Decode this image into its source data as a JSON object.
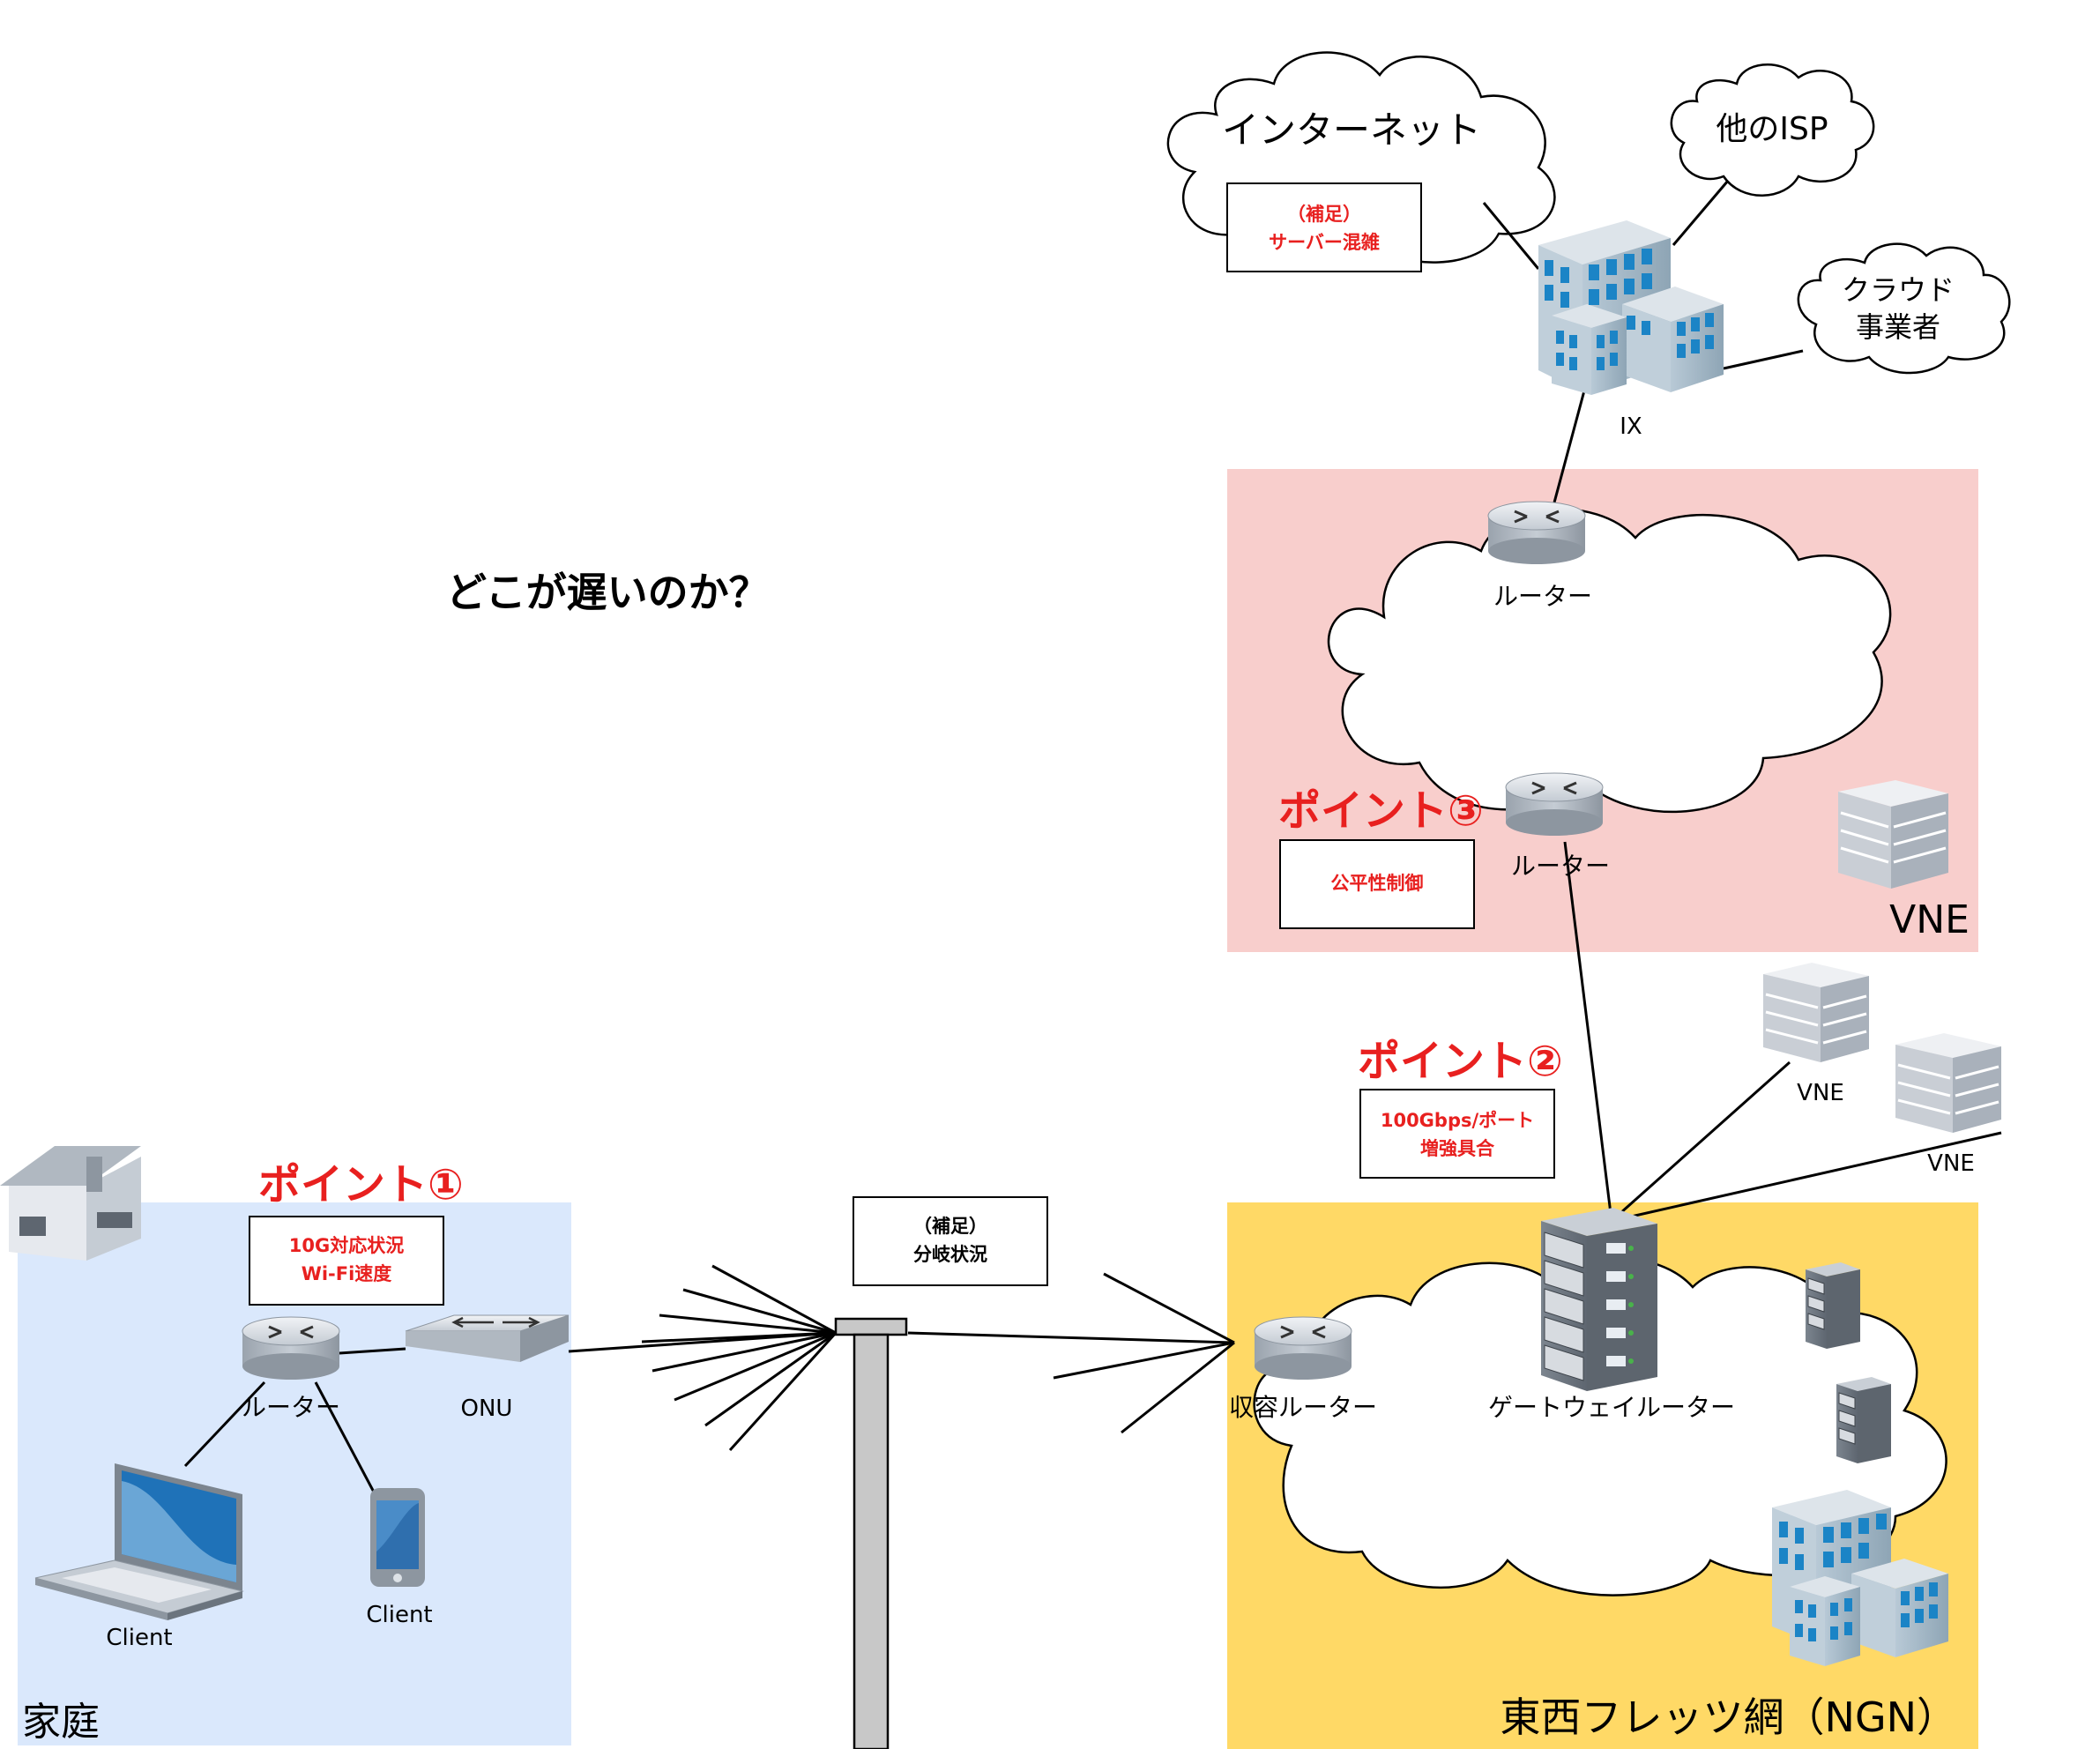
{
  "title": "どこが遅いのか？",
  "cloud_labels": {
    "internet": "インターネット",
    "other_isp": "他のISP",
    "cloud_provider_line1": "クラウド",
    "cloud_provider_line2": "事業者"
  },
  "notes": {
    "server_congestion_line1": "（補足）",
    "server_congestion_line2": "サーバー混雑",
    "branching_line1": "（補足）",
    "branching_line2": "分岐状況"
  },
  "points": {
    "point1": {
      "label": "ポイント①",
      "line1": "10G対応状況",
      "line2": "Wi-Fi速度"
    },
    "point2": {
      "label": "ポイント②",
      "line1": "100Gbps/ポート",
      "line2": "増強具合"
    },
    "point3": {
      "label": "ポイント③",
      "line1": "公平性制御"
    }
  },
  "devices": {
    "ix": "IX",
    "vne_router_top": "ルーター",
    "vne_router_bottom": "ルーター",
    "vne_small_1": "VNE",
    "vne_small_2": "VNE",
    "home_router": "ルーター",
    "onu": "ONU",
    "client_laptop": "Client",
    "client_phone": "Client",
    "access_router": "収容ルーター",
    "gateway_router": "ゲートウェイルーター"
  },
  "zones": {
    "vne": "VNE",
    "home": "家庭",
    "ngn": "東西フレッツ網（NGN）"
  },
  "colors": {
    "vne_zone": "#f8cecc",
    "home_zone": "#dae8fc",
    "ngn_zone": "#ffd966",
    "accent_red": "#e8201f"
  }
}
